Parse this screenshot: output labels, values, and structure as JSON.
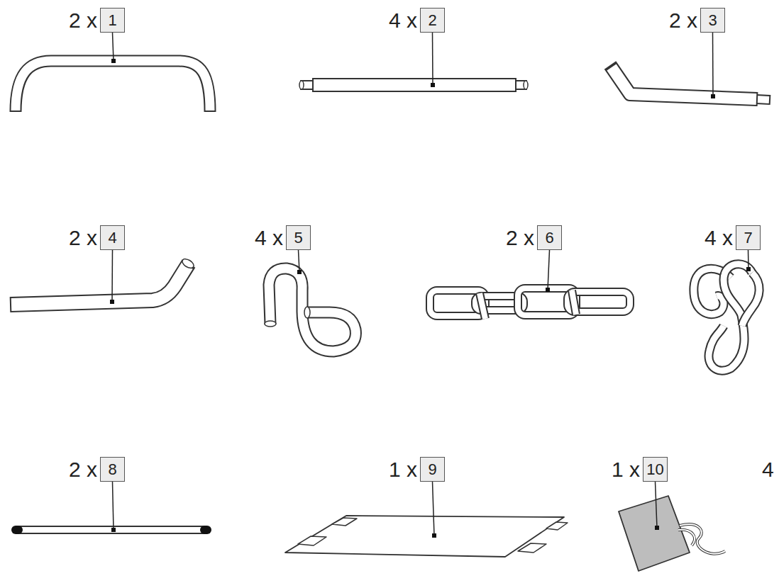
{
  "diagram": {
    "nodes": [
      {
        "text": [
          "1"
        ]
      },
      {
        "text": [
          "2"
        ]
      },
      {
        "text": [
          "3"
        ]
      },
      {
        "text": [
          "4"
        ]
      },
      {
        "text": [
          "5"
        ]
      },
      {
        "text": [
          "6"
        ]
      },
      {
        "text": [
          "7"
        ]
      },
      {
        "text": [
          "8"
        ]
      },
      {
        "text": [
          "9"
        ]
      },
      {
        "text": [
          "10"
        ]
      }
    ],
    "labels": [
      "2 x",
      "4 x",
      "2 x",
      "2 x",
      "4 x",
      "2 x",
      "4 x",
      "2 x",
      "1 x",
      "1 x",
      "4"
    ]
  }
}
